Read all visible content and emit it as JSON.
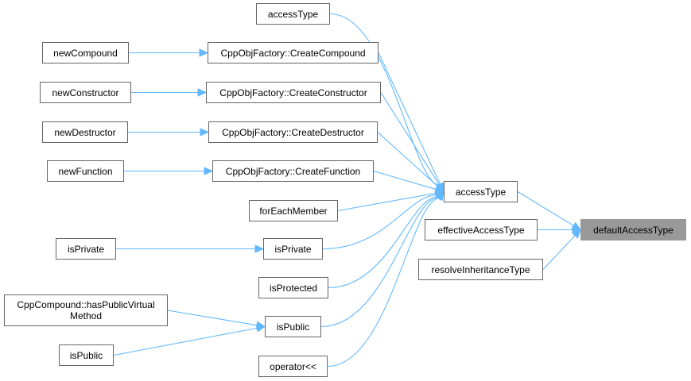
{
  "diagram": {
    "type": "doxygen-caller-graph",
    "edge_color": "#63b8ff",
    "nodes": {
      "default_access_type": "defaultAccessType",
      "access_type_main": "accessType",
      "effective_access_type": "effectiveAccessType",
      "resolve_inheritance_type": "resolveInheritanceType",
      "access_type_top": "accessType",
      "create_compound": "CppObjFactory::CreateCompound",
      "create_constructor": "CppObjFactory::CreateConstructor",
      "create_destructor": "CppObjFactory::CreateDestructor",
      "create_function": "CppObjFactory::CreateFunction",
      "for_each_member": "forEachMember",
      "is_private_mid": "isPrivate",
      "is_protected": "isProtected",
      "is_public_mid": "isPublic",
      "operator_ltlt": "operator<<",
      "new_compound": "newCompound",
      "new_constructor": "newConstructor",
      "new_destructor": "newDestructor",
      "new_function": "newFunction",
      "is_private_left": "isPrivate",
      "has_public_virtual_method": "CppCompound::hasPublicVirtual\nMethod",
      "is_public_left": "isPublic"
    },
    "edges": [
      [
        "access_type_main",
        "default_access_type"
      ],
      [
        "effective_access_type",
        "default_access_type"
      ],
      [
        "resolve_inheritance_type",
        "default_access_type"
      ],
      [
        "access_type_top",
        "access_type_main"
      ],
      [
        "create_compound",
        "access_type_main"
      ],
      [
        "create_constructor",
        "access_type_main"
      ],
      [
        "create_destructor",
        "access_type_main"
      ],
      [
        "create_function",
        "access_type_main"
      ],
      [
        "for_each_member",
        "access_type_main"
      ],
      [
        "is_private_mid",
        "access_type_main"
      ],
      [
        "is_protected",
        "access_type_main"
      ],
      [
        "is_public_mid",
        "access_type_main"
      ],
      [
        "operator_ltlt",
        "access_type_main"
      ],
      [
        "new_compound",
        "create_compound"
      ],
      [
        "new_constructor",
        "create_constructor"
      ],
      [
        "new_destructor",
        "create_destructor"
      ],
      [
        "new_function",
        "create_function"
      ],
      [
        "is_private_left",
        "is_private_mid"
      ],
      [
        "has_public_virtual_method",
        "is_public_mid"
      ],
      [
        "is_public_left",
        "is_public_mid"
      ]
    ]
  }
}
